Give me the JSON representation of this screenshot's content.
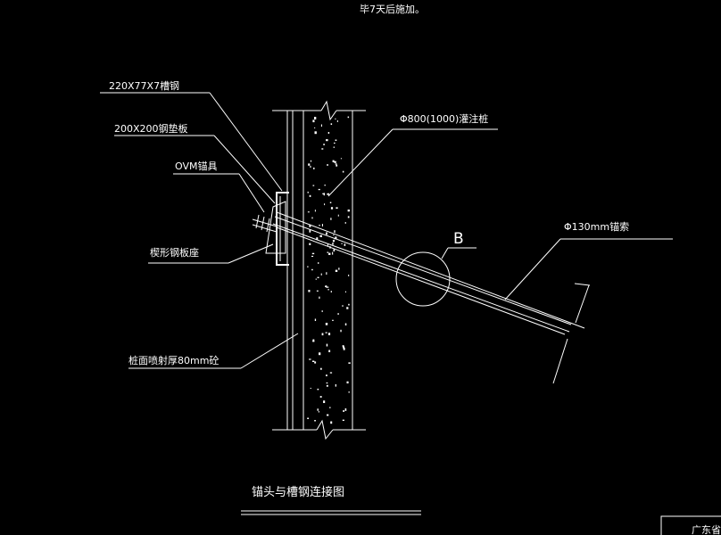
{
  "drawing": {
    "top_note": "毕7天后施加。",
    "labels": {
      "channel_steel": "220X77X7槽钢",
      "pad_plate": "200X200钢垫板",
      "anchor_head": "OVM锚具",
      "wedge_seat": "楔形钢板座",
      "pile": "Φ800(1000)灌注桩",
      "detail_marker": "B",
      "anchor_cable": "Φ130mm锚索",
      "shotcrete": "桩面喷射厚80mm砼"
    },
    "title": "锚头与槽钢连接图",
    "corner_text": "广东省"
  }
}
